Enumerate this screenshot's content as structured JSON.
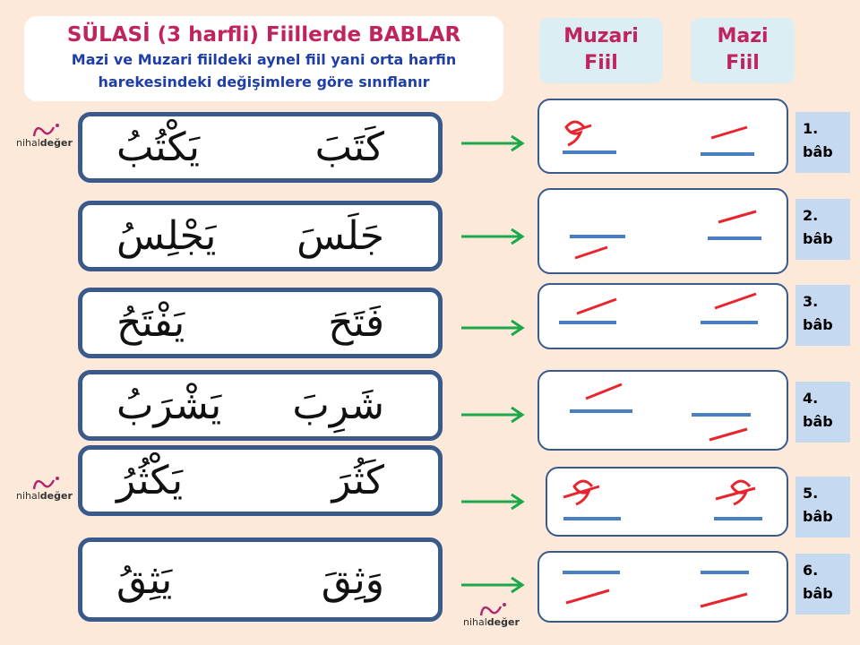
{
  "header": {
    "title": "SÜLASİ (3 harfli) Fiillerde BABLAR",
    "subtitle_line1": "Mazi ve Muzari fiildeki aynel fiil yani orta harfin",
    "subtitle_line2": "harekesindeki değişimlere göre sınıflanır"
  },
  "columns": {
    "muzari_line1": "Muzari",
    "muzari_line2": "Fiil",
    "mazi_line1": "Mazi",
    "mazi_line2": "Fiil"
  },
  "colors": {
    "accent": "#c0245e",
    "subtitle": "#1f3fa6",
    "box_border": "#3a5a8c",
    "arrow": "#1aa84b",
    "harake_red": "#e8252e",
    "harf_blue": "#4a7fc1",
    "background": "#fde9d9",
    "bab_box": "#c5d9f1"
  },
  "rows": [
    {
      "mazi": "كَتَبَ",
      "muzari": "يَكْتُبُ",
      "bab_num": "1.",
      "bab_word": "bâb",
      "mazi_mark": "fatha",
      "muzari_mark": "damma"
    },
    {
      "mazi": "جَلَسَ",
      "muzari": "يَجْلِسُ",
      "bab_num": "2.",
      "bab_word": "bâb",
      "mazi_mark": "fatha",
      "muzari_mark": "kasra"
    },
    {
      "mazi": "فَتَحَ",
      "muzari": "يَفْتَحُ",
      "bab_num": "3.",
      "bab_word": "bâb",
      "mazi_mark": "fatha",
      "muzari_mark": "fatha"
    },
    {
      "mazi": "شَرِبَ",
      "muzari": "يَشْرَبُ",
      "bab_num": "4.",
      "bab_word": "bâb",
      "mazi_mark": "kasra",
      "muzari_mark": "fatha"
    },
    {
      "mazi": "كَثُرَ",
      "muzari": "يَكْثُرُ",
      "bab_num": "5.",
      "bab_word": "bâb",
      "mazi_mark": "damma",
      "muzari_mark": "damma"
    },
    {
      "mazi": "وَثِقَ",
      "muzari": "يَثِقُ",
      "bab_num": "6.",
      "bab_word": "bâb",
      "mazi_mark": "kasra",
      "muzari_mark": "kasra"
    }
  ],
  "logo": {
    "part1": "nihal",
    "part2": "değer"
  }
}
